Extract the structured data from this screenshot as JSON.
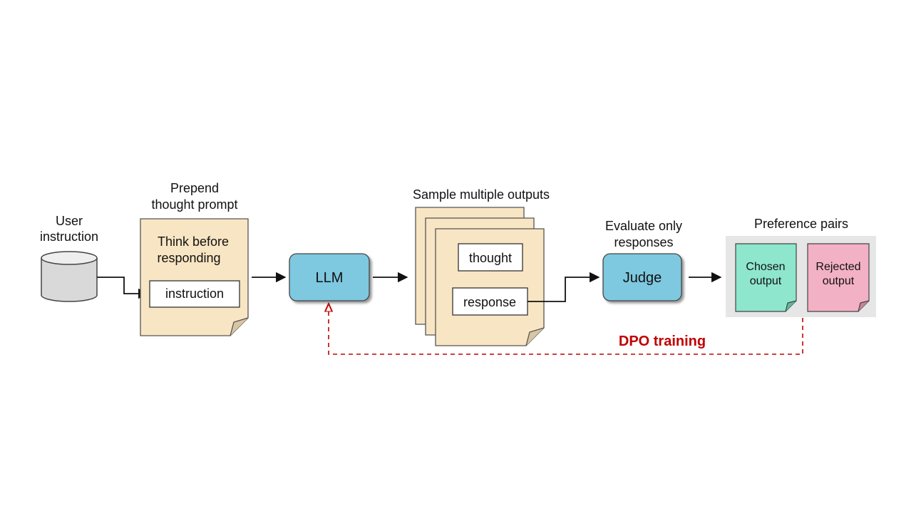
{
  "labels": {
    "user_instruction_line1": "User",
    "user_instruction_line2": "instruction",
    "prepend_line1": "Prepend",
    "prepend_line2": "thought prompt",
    "think_line1": "Think before",
    "think_line2": "responding",
    "instruction": "instruction",
    "llm": "LLM",
    "sample_outputs": "Sample multiple outputs",
    "thought": "thought",
    "response": "response",
    "evaluate_line1": "Evaluate only",
    "evaluate_line2": "responses",
    "judge": "Judge",
    "preference_pairs": "Preference pairs",
    "chosen_line1": "Chosen",
    "chosen_line2": "output",
    "rejected_line1": "Rejected",
    "rejected_line2": "output",
    "dpo_training": "DPO training"
  },
  "colors": {
    "document_fill": "#f8e5c3",
    "model_fill": "#7ec8e0",
    "chosen_fill": "#8ee6cd",
    "rejected_fill": "#f3b1c6",
    "pair_panel": "#e6e6e6",
    "dpo_red": "#c00000",
    "database_fill": "#d9d9d9"
  }
}
